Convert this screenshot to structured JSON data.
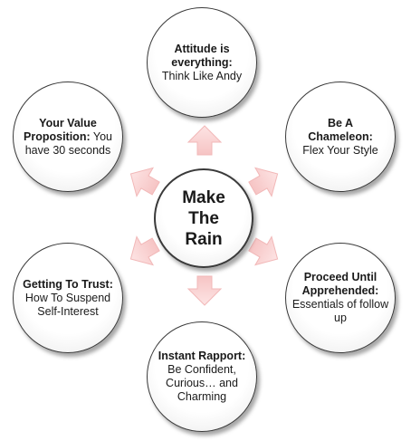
{
  "center": {
    "lines": [
      "Make",
      "The",
      "Rain"
    ]
  },
  "nodes": [
    {
      "id": "top",
      "lead": "Attitude is everything:",
      "rest": "Think Like Andy"
    },
    {
      "id": "upper-right",
      "lead": "Be A Chameleon:",
      "rest": "Flex Your Style"
    },
    {
      "id": "lower-right",
      "lead": "Proceed Until Apprehended:",
      "rest": "Essentials of follow up"
    },
    {
      "id": "bottom",
      "lead": "Instant Rapport:",
      "rest": "Be Confident, Curious… and Charming"
    },
    {
      "id": "lower-left",
      "lead": "Getting To Trust:",
      "rest": "How To Suspend Self-Interest"
    },
    {
      "id": "upper-left",
      "lead": "Your Value Proposition:",
      "rest": "You have 30 seconds"
    }
  ],
  "colors": {
    "arrow_fill": "#f9d3d3",
    "arrow_stroke": "#f2b8b8",
    "circle_border": "#3a3a3a"
  }
}
